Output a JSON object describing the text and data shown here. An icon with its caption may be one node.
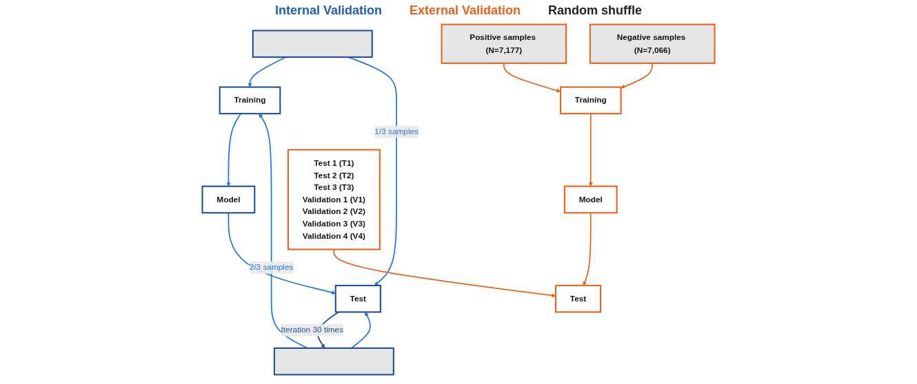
{
  "diagram": {
    "nodes": [
      {
        "text": [],
        "shape": "bar"
      },
      {
        "text": [],
        "shape": "bar"
      },
      {
        "text": [
          "Training"
        ]
      },
      {
        "text": [
          "Model"
        ]
      },
      {
        "text": [
          "Test"
        ]
      },
      {
        "text": [
          "Positive samples (N=7,177)"
        ]
      },
      {
        "text": [
          "Negative samples (N=7,066)"
        ]
      },
      {
        "text": [
          "Training"
        ]
      },
      {
        "text": [
          "Model"
        ]
      },
      {
        "text": [
          "Test"
        ]
      },
      {
        "text": [
          "Test 1 (T1)",
          "Test 2 (T2)",
          "Test 3 (T3)",
          "Validation 1 (V1)",
          "Validation 2 (V2)",
          "Validation 3 (V3)",
          "Validation 4 (V4)"
        ]
      }
    ],
    "edges": [
      {
        "from": 0,
        "to": 2,
        "arrow": "to"
      },
      {
        "from": 1,
        "to": 2,
        "arrow": "to",
        "label": "2/3 samples"
      },
      {
        "from": 2,
        "to": 3,
        "arrow": "to"
      },
      {
        "from": 3,
        "to": 4,
        "arrow": "to"
      },
      {
        "from": 1,
        "to": 4,
        "arrow": "to"
      },
      {
        "from": 0,
        "to": 4,
        "arrow": "to",
        "label": "1/3 samples"
      },
      {
        "from": 4,
        "to": 1,
        "arrow": "to",
        "label": "Iteration 30 times",
        "color": "#1f4e9a"
      },
      {
        "from": 5,
        "to": 7,
        "arrow": "to",
        "color": "#e8621a"
      },
      {
        "from": 6,
        "to": 7,
        "arrow": "to",
        "color": "#e8621a"
      },
      {
        "from": 7,
        "to": 8,
        "arrow": "to",
        "color": "#e8621a"
      },
      {
        "from": 8,
        "to": 9,
        "arrow": "to",
        "color": "#e8621a"
      },
      {
        "from": 10,
        "to": 9,
        "arrow": "to",
        "color": "#e8621a"
      }
    ],
    "labels": [
      "Internal Validation",
      "External Validation",
      "Random shuffle"
    ]
  }
}
